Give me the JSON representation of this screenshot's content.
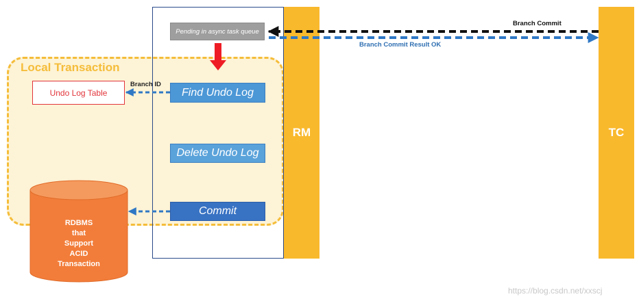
{
  "local_transaction": {
    "title": "Local Transaction"
  },
  "rm": {
    "label": "RM"
  },
  "tc": {
    "label": "TC"
  },
  "steps": {
    "pending": "Pending in async task queue",
    "find": "Find Undo Log",
    "delete": "Delete Undo Log",
    "commit": "Commit"
  },
  "undo_log_table": "Undo Log Table",
  "edges": {
    "branch_id": "Branch ID",
    "branch_commit": "Branch Commit",
    "branch_commit_result": "Branch Commit Result OK"
  },
  "database": {
    "lines": [
      "RDBMS",
      "that",
      "Support",
      "ACID",
      "Transaction"
    ]
  },
  "watermark": "https://blog.csdn.net/xxscj",
  "colors": {
    "bar": "#f9b92d",
    "local_tx_border": "#f5bd3a",
    "step_blue": "#4c97d6",
    "commit_blue": "#3872c3",
    "db_orange": "#f27d3a",
    "red_arrow": "#ee1c25",
    "dashed_blue": "#2f78c5"
  }
}
